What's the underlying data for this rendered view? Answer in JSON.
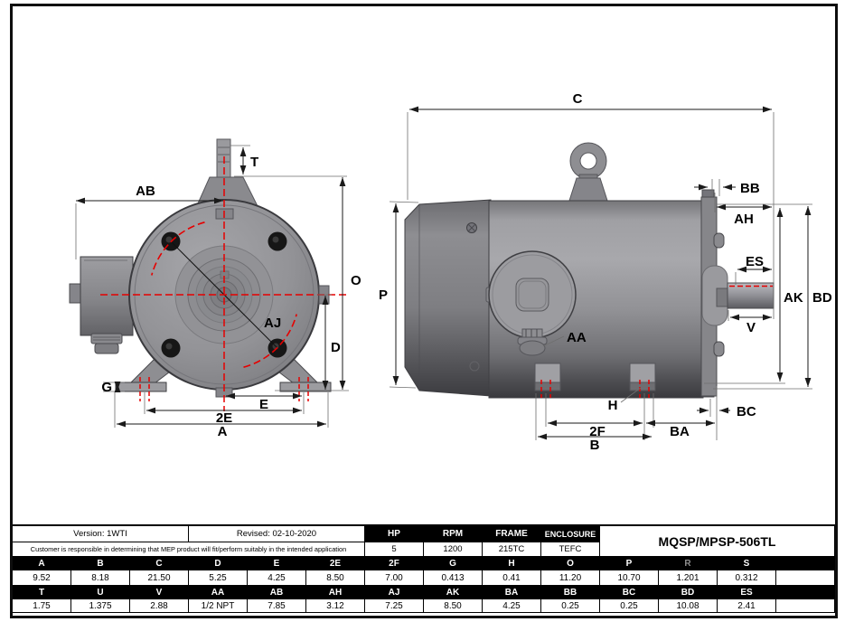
{
  "colors": {
    "accent_red": "#e60000",
    "line": "#1a1a1a",
    "body_gray": "#98989c",
    "table_header_bg": "#000000"
  },
  "drawing": {
    "front": {
      "t": "T",
      "ab": "AB",
      "o": "O",
      "d": "D",
      "aj": "AJ",
      "g": "G",
      "e": "E",
      "twoe": "2E",
      "a": "A"
    },
    "side": {
      "c": "C",
      "p": "P",
      "bb": "BB",
      "ah": "AH",
      "es": "ES",
      "ak": "AK",
      "bd": "BD",
      "v": "V",
      "aa": "AA",
      "h": "H",
      "twof": "2F",
      "b": "B",
      "ba": "BA",
      "bc": "BC"
    }
  },
  "table": {
    "version": "Version: 1WTI",
    "revised": "Revised: 02-10-2020",
    "disclaimer": "Customer is responsible in determining that MEP product will fit/perform suitably in the intended application",
    "model": "MQSP/MPSP-506TL",
    "spec_headers": [
      "HP",
      "RPM",
      "FRAME",
      "ENCLOSURE"
    ],
    "spec_values": [
      "5",
      "1200",
      "215TC",
      "TEFC"
    ],
    "dim_headers_1": [
      "A",
      "B",
      "C",
      "D",
      "E",
      "2E",
      "2F",
      "G",
      "H",
      "O",
      "P",
      "R",
      "S",
      ""
    ],
    "dim_values_1": [
      "9.52",
      "8.18",
      "21.50",
      "5.25",
      "4.25",
      "8.50",
      "7.00",
      "0.413",
      "0.41",
      "11.20",
      "10.70",
      "1.201",
      "0.312",
      ""
    ],
    "dim_headers_2": [
      "T",
      "U",
      "V",
      "AA",
      "AB",
      "AH",
      "AJ",
      "AK",
      "BA",
      "BB",
      "BC",
      "BD",
      "ES",
      ""
    ],
    "dim_values_2": [
      "1.75",
      "1.375",
      "2.88",
      "1/2 NPT",
      "7.85",
      "3.12",
      "7.25",
      "8.50",
      "4.25",
      "0.25",
      "0.25",
      "10.08",
      "2.41",
      ""
    ]
  }
}
